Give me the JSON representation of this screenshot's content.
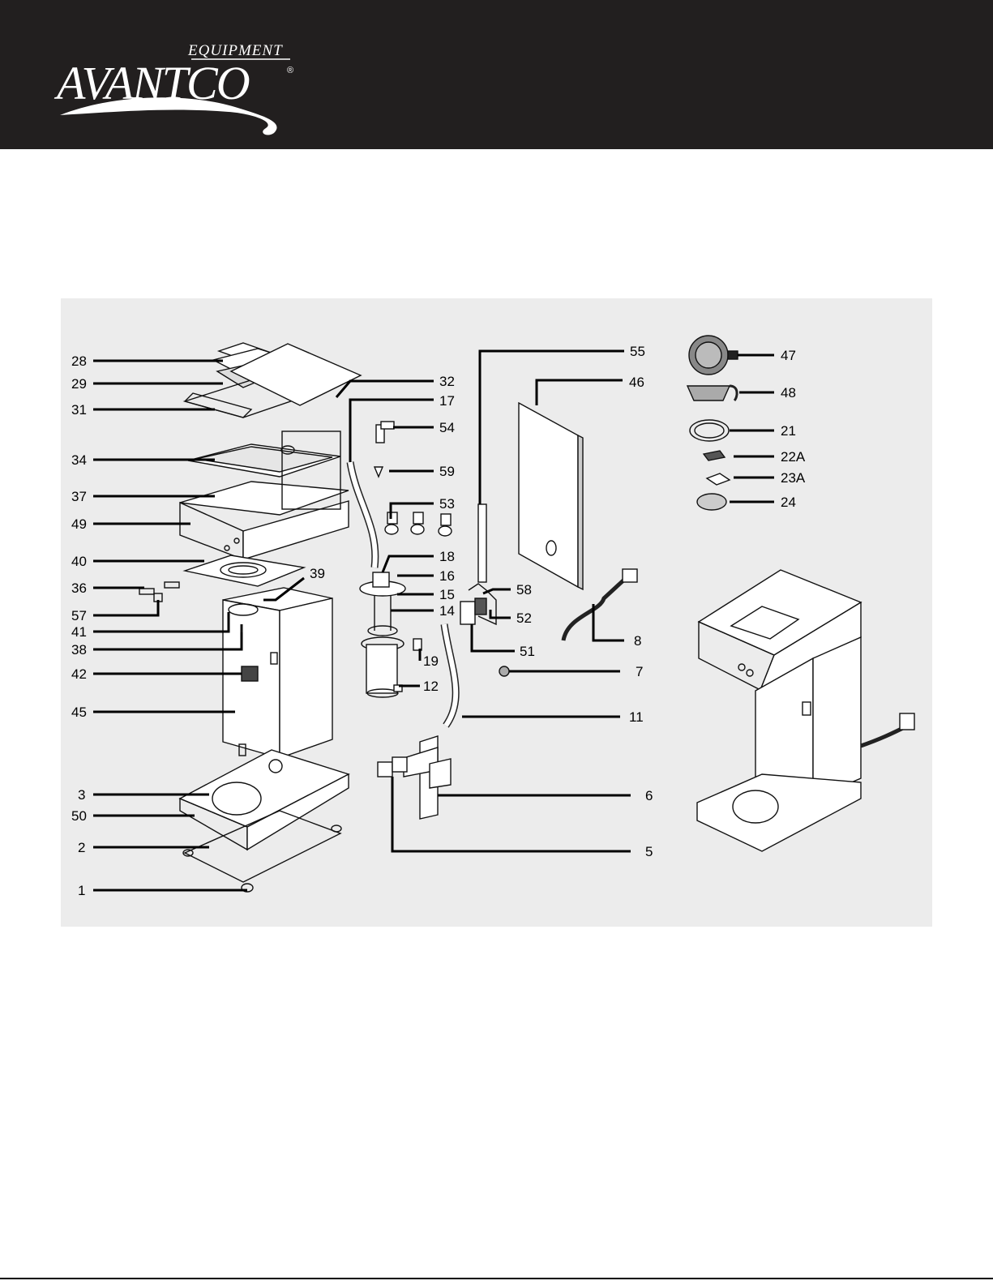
{
  "brand": {
    "name": "AVANTCO",
    "tagline": "EQUIPMENT",
    "registered": "®"
  },
  "colors": {
    "header_bg": "#221f1f",
    "panel_bg": "#ececec",
    "line": "#111111"
  },
  "callouts": [
    {
      "id": "c28",
      "label": "28"
    },
    {
      "id": "c29",
      "label": "29"
    },
    {
      "id": "c31",
      "label": "31"
    },
    {
      "id": "c34",
      "label": "34"
    },
    {
      "id": "c37",
      "label": "37"
    },
    {
      "id": "c49",
      "label": "49"
    },
    {
      "id": "c40",
      "label": "40"
    },
    {
      "id": "c36",
      "label": "36"
    },
    {
      "id": "c57",
      "label": "57"
    },
    {
      "id": "c41",
      "label": "41"
    },
    {
      "id": "c38",
      "label": "38"
    },
    {
      "id": "c42",
      "label": "42"
    },
    {
      "id": "c45",
      "label": "45"
    },
    {
      "id": "c3",
      "label": "3"
    },
    {
      "id": "c50",
      "label": "50"
    },
    {
      "id": "c2",
      "label": "2"
    },
    {
      "id": "c1",
      "label": "1"
    },
    {
      "id": "c39",
      "label": "39"
    },
    {
      "id": "c32",
      "label": "32"
    },
    {
      "id": "c17",
      "label": "17"
    },
    {
      "id": "c54",
      "label": "54"
    },
    {
      "id": "c59",
      "label": "59"
    },
    {
      "id": "c53",
      "label": "53"
    },
    {
      "id": "c18",
      "label": "18"
    },
    {
      "id": "c16",
      "label": "16"
    },
    {
      "id": "c15",
      "label": "15"
    },
    {
      "id": "c14",
      "label": "14"
    },
    {
      "id": "c19",
      "label": "19"
    },
    {
      "id": "c12",
      "label": "12"
    },
    {
      "id": "c55",
      "label": "55"
    },
    {
      "id": "c46",
      "label": "46"
    },
    {
      "id": "c58",
      "label": "58"
    },
    {
      "id": "c52",
      "label": "52"
    },
    {
      "id": "c51",
      "label": "51"
    },
    {
      "id": "c7",
      "label": "7"
    },
    {
      "id": "c8",
      "label": "8"
    },
    {
      "id": "c11",
      "label": "11"
    },
    {
      "id": "c6",
      "label": "6"
    },
    {
      "id": "c5",
      "label": "5"
    },
    {
      "id": "c47",
      "label": "47"
    },
    {
      "id": "c48",
      "label": "48"
    },
    {
      "id": "c21",
      "label": "21"
    },
    {
      "id": "c22A",
      "label": "22A"
    },
    {
      "id": "c23A",
      "label": "23A"
    },
    {
      "id": "c24",
      "label": "24"
    }
  ]
}
